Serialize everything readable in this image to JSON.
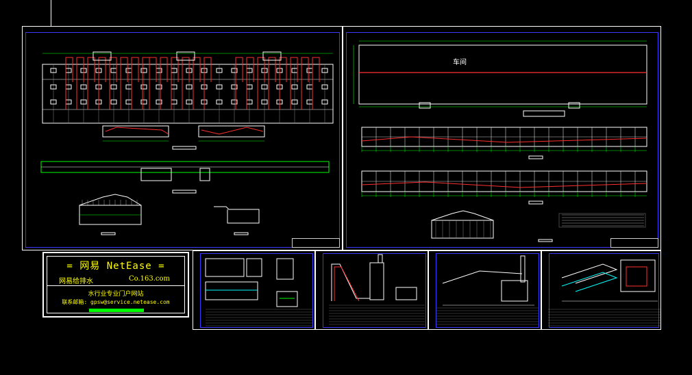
{
  "app": {
    "title": "CAD drawing sheets",
    "background": "#000000",
    "colors": {
      "sheet_border": "#ffffff",
      "inner_frame": "#3a3aff",
      "pipe_red": "#ff3030",
      "dim_green": "#00ff00",
      "line_white": "#ffffff",
      "magenta": "#ff00ff",
      "accent_yellow": "#ffff00",
      "accent_cyan": "#00ffff"
    }
  },
  "logo": {
    "title": "= 网易 NetEase =",
    "subtitle_left": "网易给排水",
    "subtitle_right": "Co.163.com",
    "line3": "水行业专业门户网站",
    "line4": "联系邮箱: gpsw@service.netease.com"
  },
  "labels": {
    "workshop": "车间"
  },
  "sheets": [
    {
      "name": "top-left-sheet",
      "title": "plan-view"
    },
    {
      "name": "top-right-sheet",
      "title": "workshop-plan"
    },
    {
      "name": "bottom-sheet-1",
      "title": "detail"
    },
    {
      "name": "bottom-sheet-2",
      "title": "elevation"
    },
    {
      "name": "bottom-sheet-3",
      "title": "section"
    },
    {
      "name": "bottom-sheet-4",
      "title": "isometric"
    }
  ]
}
